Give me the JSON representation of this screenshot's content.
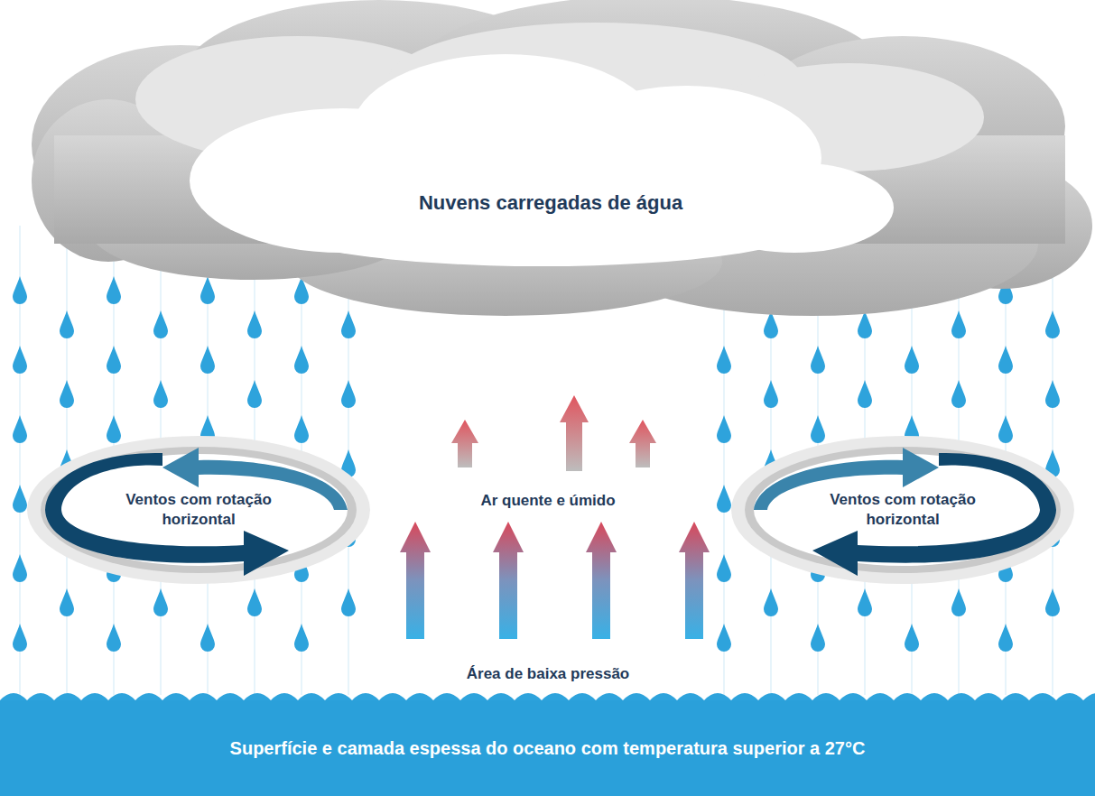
{
  "diagram": {
    "nodes": [
      {
        "text": [
          "Nuvens carregadas de água"
        ]
      },
      {
        "text": [
          "Ventos com rotação horizontal"
        ]
      },
      {
        "text": [
          "Ventos com rotação horizontal"
        ]
      },
      {
        "text": [
          "Superfície e camada espessa do oceano com temperatura superior a 27°C"
        ]
      }
    ],
    "labels": [
      "Ar quente e úmido",
      "Área de baixa pressão"
    ]
  }
}
